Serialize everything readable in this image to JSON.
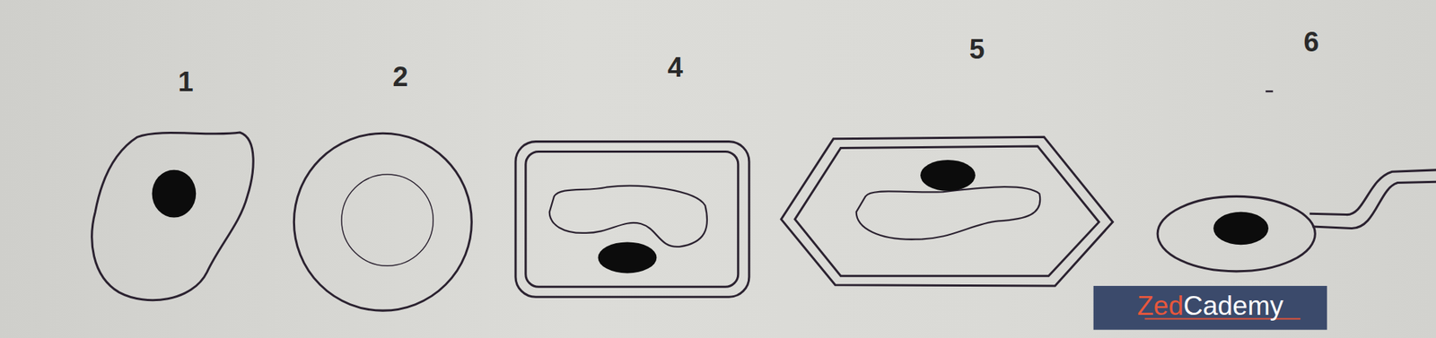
{
  "diagram": {
    "labels": [
      "1",
      "2",
      "4",
      "5",
      "6",
      "Zed",
      "Cademy"
    ]
  }
}
